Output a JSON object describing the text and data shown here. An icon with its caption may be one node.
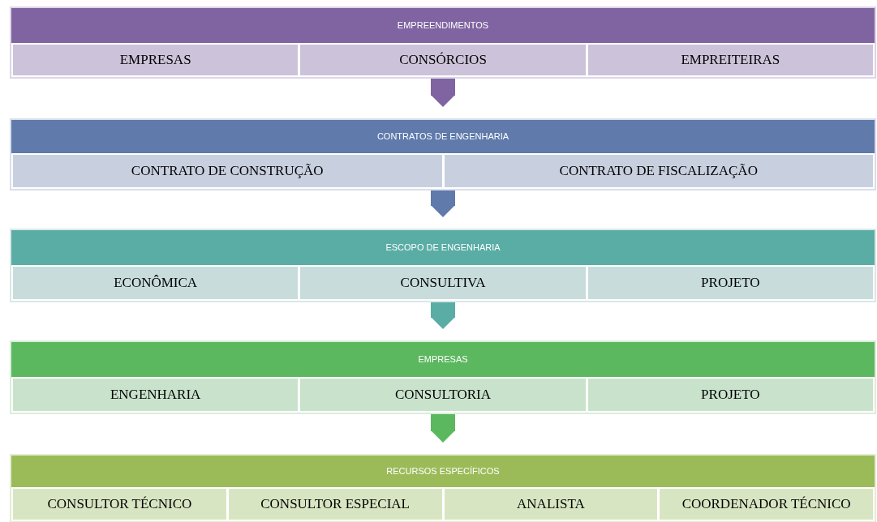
{
  "diagram": {
    "nodes": [
      {
        "text": [
          "EMPREENDIMENTOS"
        ]
      },
      {
        "text": [
          "EMPRESAS"
        ],
        "in": 0
      },
      {
        "text": [
          "CONSÓRCIOS"
        ],
        "in": 0
      },
      {
        "text": [
          "EMPREITEIRAS"
        ],
        "in": 0
      },
      {
        "text": [
          "CONTRATOS DE ENGENHARIA"
        ]
      },
      {
        "text": [
          "CONTRATO DE CONSTRUÇÃO"
        ],
        "in": 4
      },
      {
        "text": [
          "CONTRATO DE FISCALIZAÇÃO"
        ],
        "in": 4
      },
      {
        "text": [
          "ESCOPO DE ENGENHARIA"
        ]
      },
      {
        "text": [
          "ECONÔMICA"
        ],
        "in": 7
      },
      {
        "text": [
          "CONSULTIVA"
        ],
        "in": 7
      },
      {
        "text": [
          "PROJETO"
        ],
        "in": 7
      },
      {
        "text": [
          "EMPRESAS"
        ]
      },
      {
        "text": [
          "ENGENHARIA"
        ],
        "in": 11
      },
      {
        "text": [
          "CONSULTORIA"
        ],
        "in": 11
      },
      {
        "text": [
          "PROJETO"
        ],
        "in": 11
      },
      {
        "text": [
          "RECURSOS ESPECÍFICOS"
        ]
      },
      {
        "text": [
          "CONSULTOR TÉCNICO"
        ],
        "in": 15
      },
      {
        "text": [
          "CONSULTOR ESPECIAL"
        ],
        "in": 15
      },
      {
        "text": [
          "ANALISTA"
        ],
        "in": 15
      },
      {
        "text": [
          "COORDENADOR TÉCNICO"
        ],
        "in": 15
      }
    ],
    "edges": [
      {
        "from": 0,
        "to": 4,
        "arrow": "to",
        "color": "#8064a2"
      },
      {
        "from": 4,
        "to": 7,
        "arrow": "to",
        "color": "#5f7aab"
      },
      {
        "from": 7,
        "to": 11,
        "arrow": "to",
        "color": "#5aada5"
      },
      {
        "from": 11,
        "to": 15,
        "arrow": "to",
        "color": "#5cb85f"
      }
    ]
  }
}
